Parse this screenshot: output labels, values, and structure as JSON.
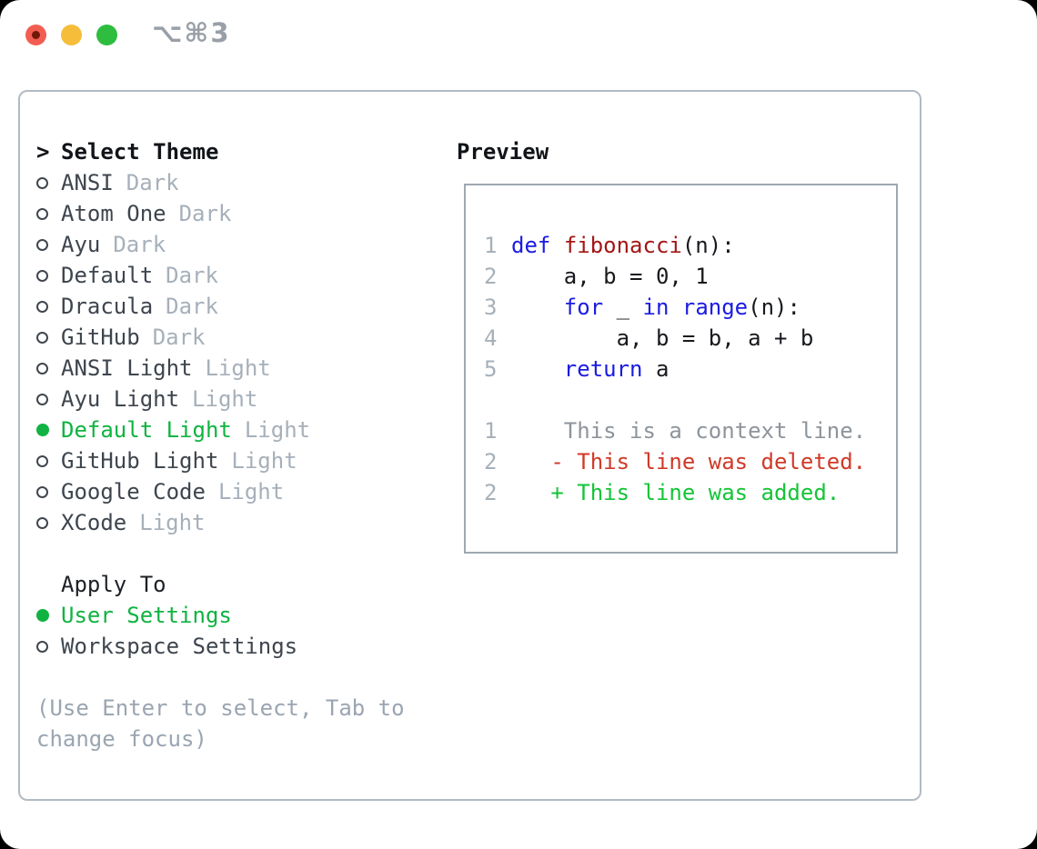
{
  "titlebar": {
    "shortcut": "⌥⌘3"
  },
  "window": {
    "theme_picker": {
      "prompt": ">",
      "title": "Select Theme",
      "items": [
        {
          "name": "ANSI",
          "variant": "Dark",
          "selected": false
        },
        {
          "name": "Atom One",
          "variant": "Dark",
          "selected": false
        },
        {
          "name": "Ayu",
          "variant": "Dark",
          "selected": false
        },
        {
          "name": "Default",
          "variant": "Dark",
          "selected": false
        },
        {
          "name": "Dracula",
          "variant": "Dark",
          "selected": false
        },
        {
          "name": "GitHub",
          "variant": "Dark",
          "selected": false
        },
        {
          "name": "ANSI Light",
          "variant": "Light",
          "selected": false
        },
        {
          "name": "Ayu Light",
          "variant": "Light",
          "selected": false
        },
        {
          "name": "Default Light",
          "variant": "Light",
          "selected": true
        },
        {
          "name": "GitHub Light",
          "variant": "Light",
          "selected": false
        },
        {
          "name": "Google Code",
          "variant": "Light",
          "selected": false
        },
        {
          "name": "XCode",
          "variant": "Light",
          "selected": false
        }
      ]
    },
    "apply_to": {
      "title": "Apply To",
      "options": [
        {
          "label": "User Settings",
          "selected": true
        },
        {
          "label": "Workspace Settings",
          "selected": false
        }
      ]
    },
    "hint": "(Use Enter to select, Tab to change focus)",
    "preview": {
      "title": "Preview",
      "code_lines": [
        {
          "num": "1",
          "tokens": [
            {
              "text": "def",
              "style": "keyword"
            },
            {
              "text": " ",
              "style": "plain"
            },
            {
              "text": "fibonacci",
              "style": "function"
            },
            {
              "text": "(n):",
              "style": "plain"
            }
          ]
        },
        {
          "num": "2",
          "tokens": [
            {
              "text": "    a, b = 0, 1",
              "style": "plain"
            }
          ]
        },
        {
          "num": "3",
          "tokens": [
            {
              "text": "    ",
              "style": "plain"
            },
            {
              "text": "for",
              "style": "keyword"
            },
            {
              "text": " _ ",
              "style": "plain"
            },
            {
              "text": "in",
              "style": "keyword"
            },
            {
              "text": " ",
              "style": "plain"
            },
            {
              "text": "range",
              "style": "keyword"
            },
            {
              "text": "(n):",
              "style": "plain"
            }
          ]
        },
        {
          "num": "4",
          "tokens": [
            {
              "text": "        a, b = b, a + b",
              "style": "plain"
            }
          ]
        },
        {
          "num": "5",
          "tokens": [
            {
              "text": "    ",
              "style": "plain"
            },
            {
              "text": "return",
              "style": "keyword"
            },
            {
              "text": " a",
              "style": "plain"
            }
          ]
        }
      ],
      "diff_lines": [
        {
          "num": "1",
          "text": "    This is a context line.",
          "kind": "context"
        },
        {
          "num": "2",
          "text": "   - This line was deleted.",
          "kind": "deleted"
        },
        {
          "num": "2",
          "text": "   + This line was added.",
          "kind": "added"
        }
      ]
    }
  },
  "colors": {
    "selection_green": "#10b341",
    "added_green": "#14c437",
    "deleted_red": "#d03a28",
    "keyword_blue": "#1b1be0",
    "function_red": "#a31616",
    "variant_gray": "#a6b0ba",
    "hint_gray": "#9aa5b1",
    "traffic_red": "#f25d52",
    "traffic_yellow": "#f6bd3a",
    "traffic_green": "#2ebd3f"
  }
}
